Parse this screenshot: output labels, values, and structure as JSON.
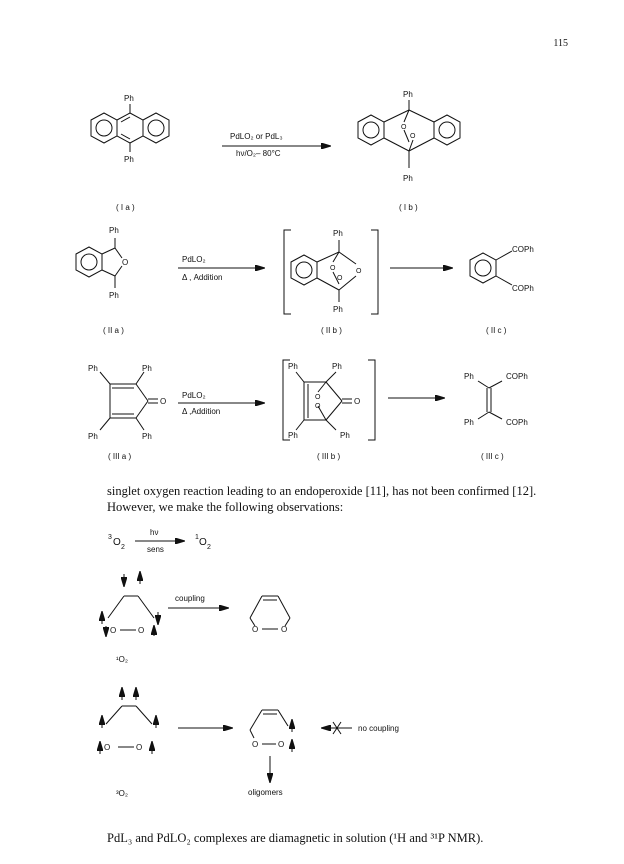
{
  "page_number": "115",
  "scheme1": {
    "reactant_subst_top": "Ph",
    "reactant_subst_bottom": "Ph",
    "reactant_label": "( I a )",
    "condition_above": "PdLO₂ or PdL₃",
    "condition_below": "hν/O₂– 80°C",
    "product_subst_top": "Ph",
    "product_subst_bottom": "Ph",
    "product_ring_atom_1": "O",
    "product_ring_atom_2": "O",
    "product_label": "( I b )"
  },
  "scheme2": {
    "reactant_subst_top": "Ph",
    "reactant_subst_bottom": "Ph",
    "reactant_ring_atom": "O",
    "reactant_label": "( II a )",
    "condition_above": "PdLO₂",
    "condition_below": "Δ , Addition",
    "intermediate_subst_top": "Ph",
    "intermediate_subst_bottom": "Ph",
    "intermediate_atom_1": "O",
    "intermediate_atom_2": "O",
    "intermediate_atom_3": "O",
    "intermediate_label": "( II b )",
    "product_group_1": "COPh",
    "product_group_2": "COPh",
    "product_label": "( II c )"
  },
  "scheme3": {
    "reactant_ph_tl": "Ph",
    "reactant_ph_tr": "Ph",
    "reactant_ph_bl": "Ph",
    "reactant_ph_br": "Ph",
    "reactant_carbonyl_o": "O",
    "reactant_label": "( III a )",
    "condition_above": "PdLO₂",
    "condition_below": "Δ ,Addition",
    "intermediate_ph_tl": "Ph",
    "intermediate_ph_tr": "Ph",
    "intermediate_ph_bl": "Ph",
    "intermediate_ph_br": "Ph",
    "intermediate_peroxide_o1": "O",
    "intermediate_peroxide_o2": "O",
    "intermediate_carbonyl_o": "O",
    "intermediate_label": "( III b )",
    "product_ph_top": "Ph",
    "product_ph_bottom": "Ph",
    "product_cophl_top": "COPh",
    "product_cophl_bottom": "COPh",
    "product_label": "( III c )"
  },
  "text": {
    "line1": "singlet oxygen reaction leading to an endoperoxide [11], has not been confirmed [12].",
    "line2": "However, we make the following observations:"
  },
  "equation": {
    "reactant_super": "3",
    "reactant": "O",
    "reactant_sub": "2",
    "arrow_above": "hν",
    "arrow_below": "sens",
    "product_super": "1",
    "product": "O",
    "product_sub": "2"
  },
  "scheme4": {
    "o_left": "O",
    "o_right": "O",
    "arrow_label": "coupling",
    "product_o1": "O",
    "product_o2": "O",
    "oxygen_label": "¹O₂"
  },
  "scheme5": {
    "o_left": "O",
    "o_right": "O",
    "product_o1": "O",
    "product_o2": "O",
    "no_coupling_label": "no coupling",
    "oligomers_label": "oligomers",
    "oxygen_label": "³O₂"
  },
  "footer": {
    "text": "PdL₃ and PdLO₂ complexes are diamagnetic in solution (¹H and ³¹P NMR)."
  }
}
